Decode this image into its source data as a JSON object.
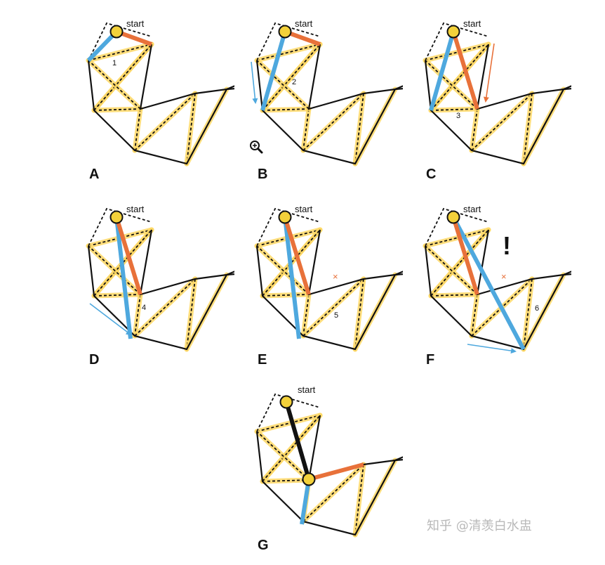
{
  "start_label": "start",
  "exclaim": "!",
  "x_mark": "×",
  "watermark": "知乎 @清羡白水盅",
  "colors": {
    "left": "#4ea8de",
    "right": "#e8713a",
    "dual": "#ffd966",
    "done": "#111111",
    "vertex": "#f3d13a"
  },
  "panels": [
    {
      "letter": "A",
      "number": "1"
    },
    {
      "letter": "B",
      "number": "2"
    },
    {
      "letter": "C",
      "number": "3"
    },
    {
      "letter": "D",
      "number": "4"
    },
    {
      "letter": "E",
      "number": "5"
    },
    {
      "letter": "F",
      "number": "6"
    },
    {
      "letter": "G",
      "number": ""
    }
  ],
  "icons": {
    "zoom": "zoom-in-icon"
  }
}
